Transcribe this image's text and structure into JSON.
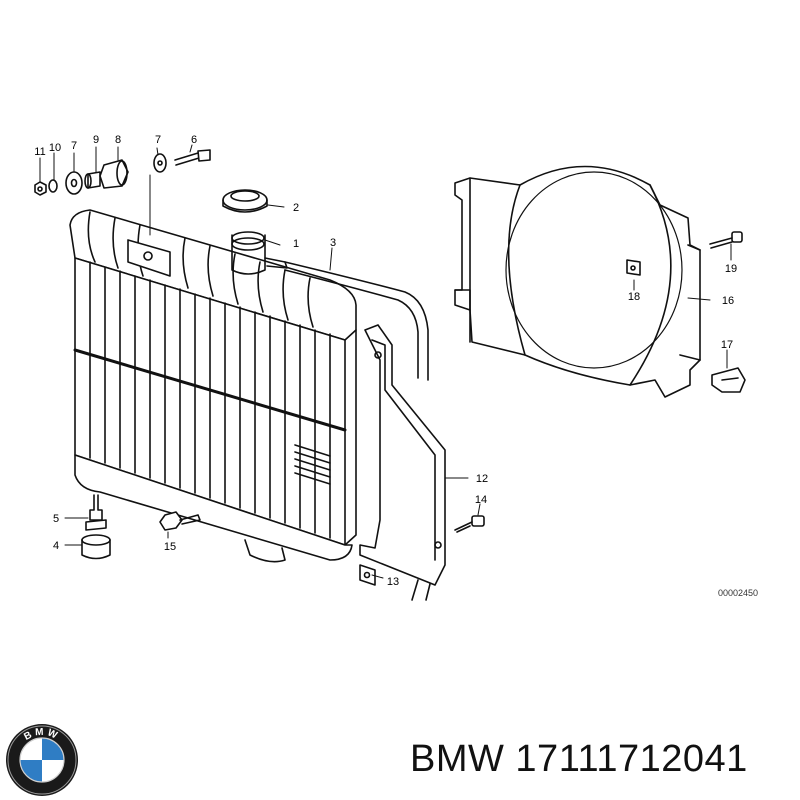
{
  "diagram": {
    "reference_code": "00002450",
    "callouts": {
      "p1": "1",
      "p2": "2",
      "p3": "3",
      "p4": "4",
      "p5": "5",
      "p6": "6",
      "p7a": "7",
      "p7b": "7",
      "p8": "8",
      "p9": "9",
      "p10": "10",
      "p11": "11",
      "p12": "12",
      "p13": "13",
      "p14": "14",
      "p15": "15",
      "p16": "16",
      "p17": "17",
      "p18": "18",
      "p19": "19"
    }
  },
  "footer": {
    "title": "BMW 17111712041",
    "logo_text": "BMW"
  },
  "colors": {
    "line": "#111111",
    "background": "#ffffff"
  }
}
